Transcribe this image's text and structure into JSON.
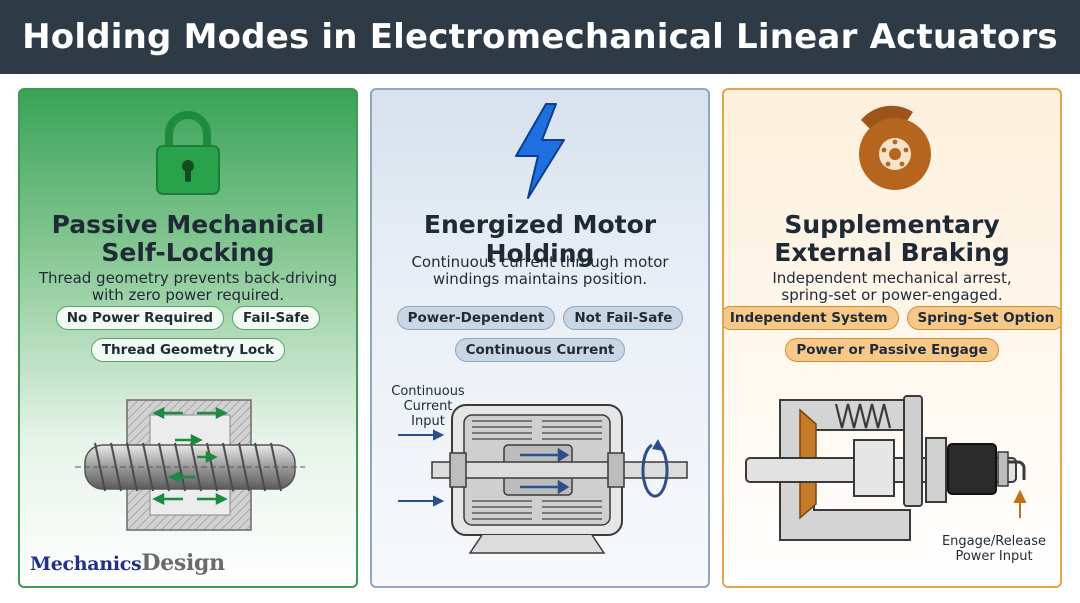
{
  "header": {
    "title": "Holding Modes in Electromechanical Linear Actuators"
  },
  "panels": [
    {
      "title_line1": "Passive Mechanical",
      "title_line2": "Self-Locking",
      "desc_line1": "Thread geometry prevents back-driving",
      "desc_line2": "with zero power required.",
      "chips_row1": [
        "No Power Required",
        "Fail-Safe"
      ],
      "chips_row2": [
        "Thread Geometry Lock"
      ],
      "icon": "padlock-icon"
    },
    {
      "title_line1": "Energized Motor Holding",
      "desc_line1": "Continuous current through motor",
      "desc_line2": "windings maintains position.",
      "chips_row1": [
        "Power-Dependent",
        "Not Fail-Safe"
      ],
      "chips_row2": [
        "Continuous Current"
      ],
      "icon": "lightning-bolt-icon",
      "callout": {
        "line1": "Continuous",
        "line2": "Current",
        "line3": "Input"
      }
    },
    {
      "title_line1": "Supplementary",
      "title_line2": "External Braking",
      "desc_line1": "Independent mechanical arrest,",
      "desc_line2": "spring-set or power-engaged.",
      "chips_row1": [
        "Independent System",
        "Spring-Set Option"
      ],
      "chips_row2": [
        "Power or Passive Engage"
      ],
      "icon": "disc-brake-icon",
      "callout": {
        "line1": "Engage/Release",
        "line2": "Power Input"
      }
    }
  ],
  "logo": {
    "part1": "Mechanics",
    "part2": "Design"
  },
  "colors": {
    "header_bg": "#2f3a47",
    "green_accent": "#3f9a58",
    "blue_accent": "#1f6fe0",
    "orange_accent": "#c07016",
    "brake_brown": "#b5651d"
  }
}
